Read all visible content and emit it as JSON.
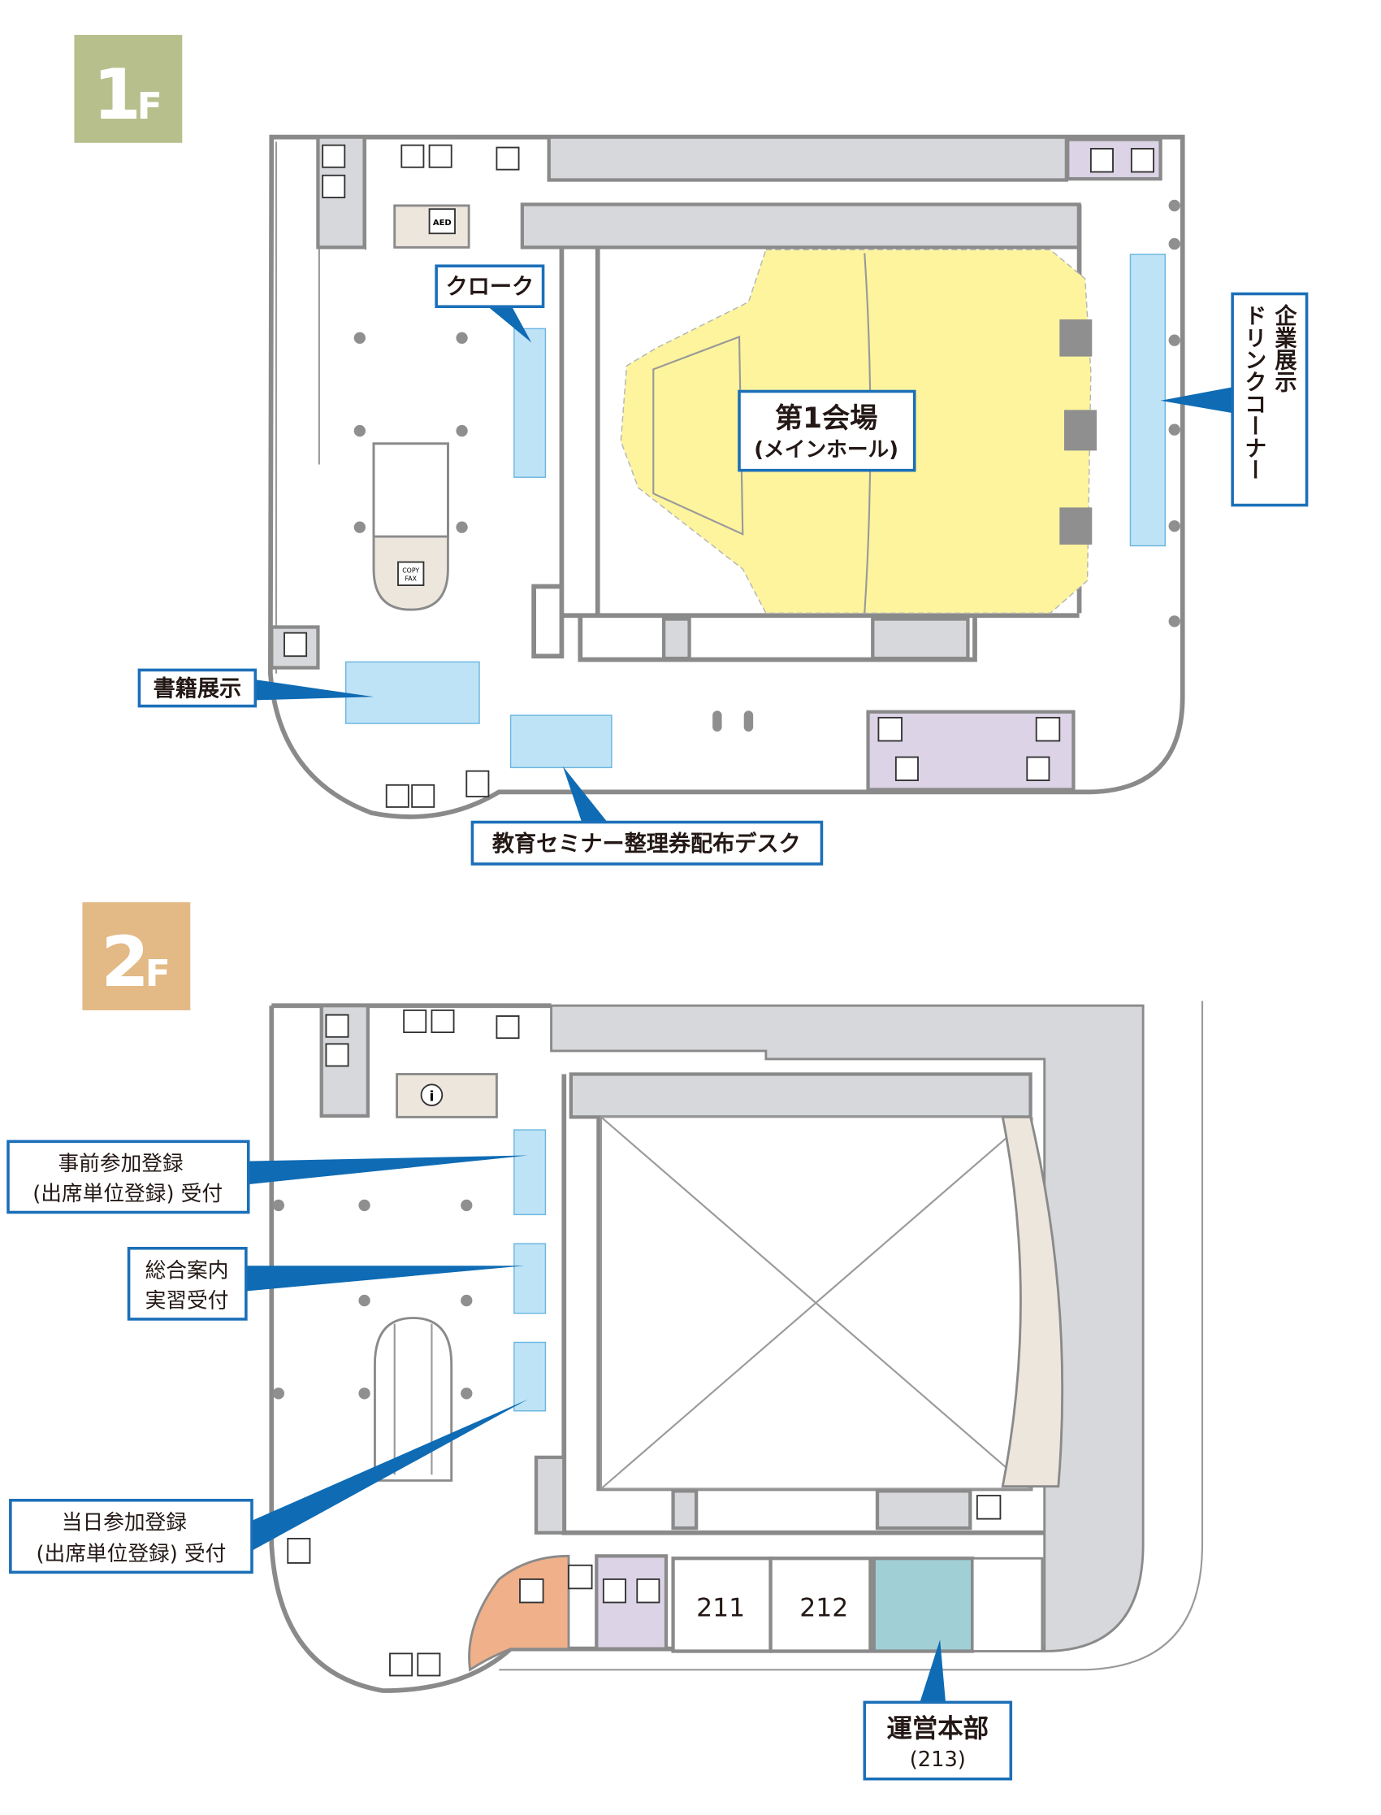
{
  "floor1": {
    "badge_number": "1",
    "badge_unit": "F",
    "badge_color": "#b7bf8c",
    "hall_title": "第1会場",
    "hall_subtitle": "(メインホール)",
    "cloak": "クローク",
    "exhibit_line1": "企業展示",
    "exhibit_line2": "ドリンクコーナー",
    "books": "書籍展示",
    "seminar_desk": "教育セミナー整理券配布デスク",
    "aed": "AED",
    "copy": "COPY",
    "fax": "FAX"
  },
  "floor2": {
    "badge_number": "2",
    "badge_unit": "F",
    "badge_color": "#e3b985",
    "prereg_line1": "事前参加登録",
    "prereg_line2": "(出席単位登録) 受付",
    "info_line1": "総合案内",
    "info_line2": "実習受付",
    "sameday_line1": "当日参加登録",
    "sameday_line2": "(出席単位登録) 受付",
    "room_211": "211",
    "room_212": "212",
    "hq_line1": "運営本部",
    "hq_line2": "(213)"
  },
  "colors": {
    "hall": "#fdf49d",
    "booth": "#bfe3f6",
    "callout": "#0e6bb4",
    "restroom": "#ddd3e6",
    "hq": "#a0d0d6",
    "cafe": "#efb08a"
  }
}
